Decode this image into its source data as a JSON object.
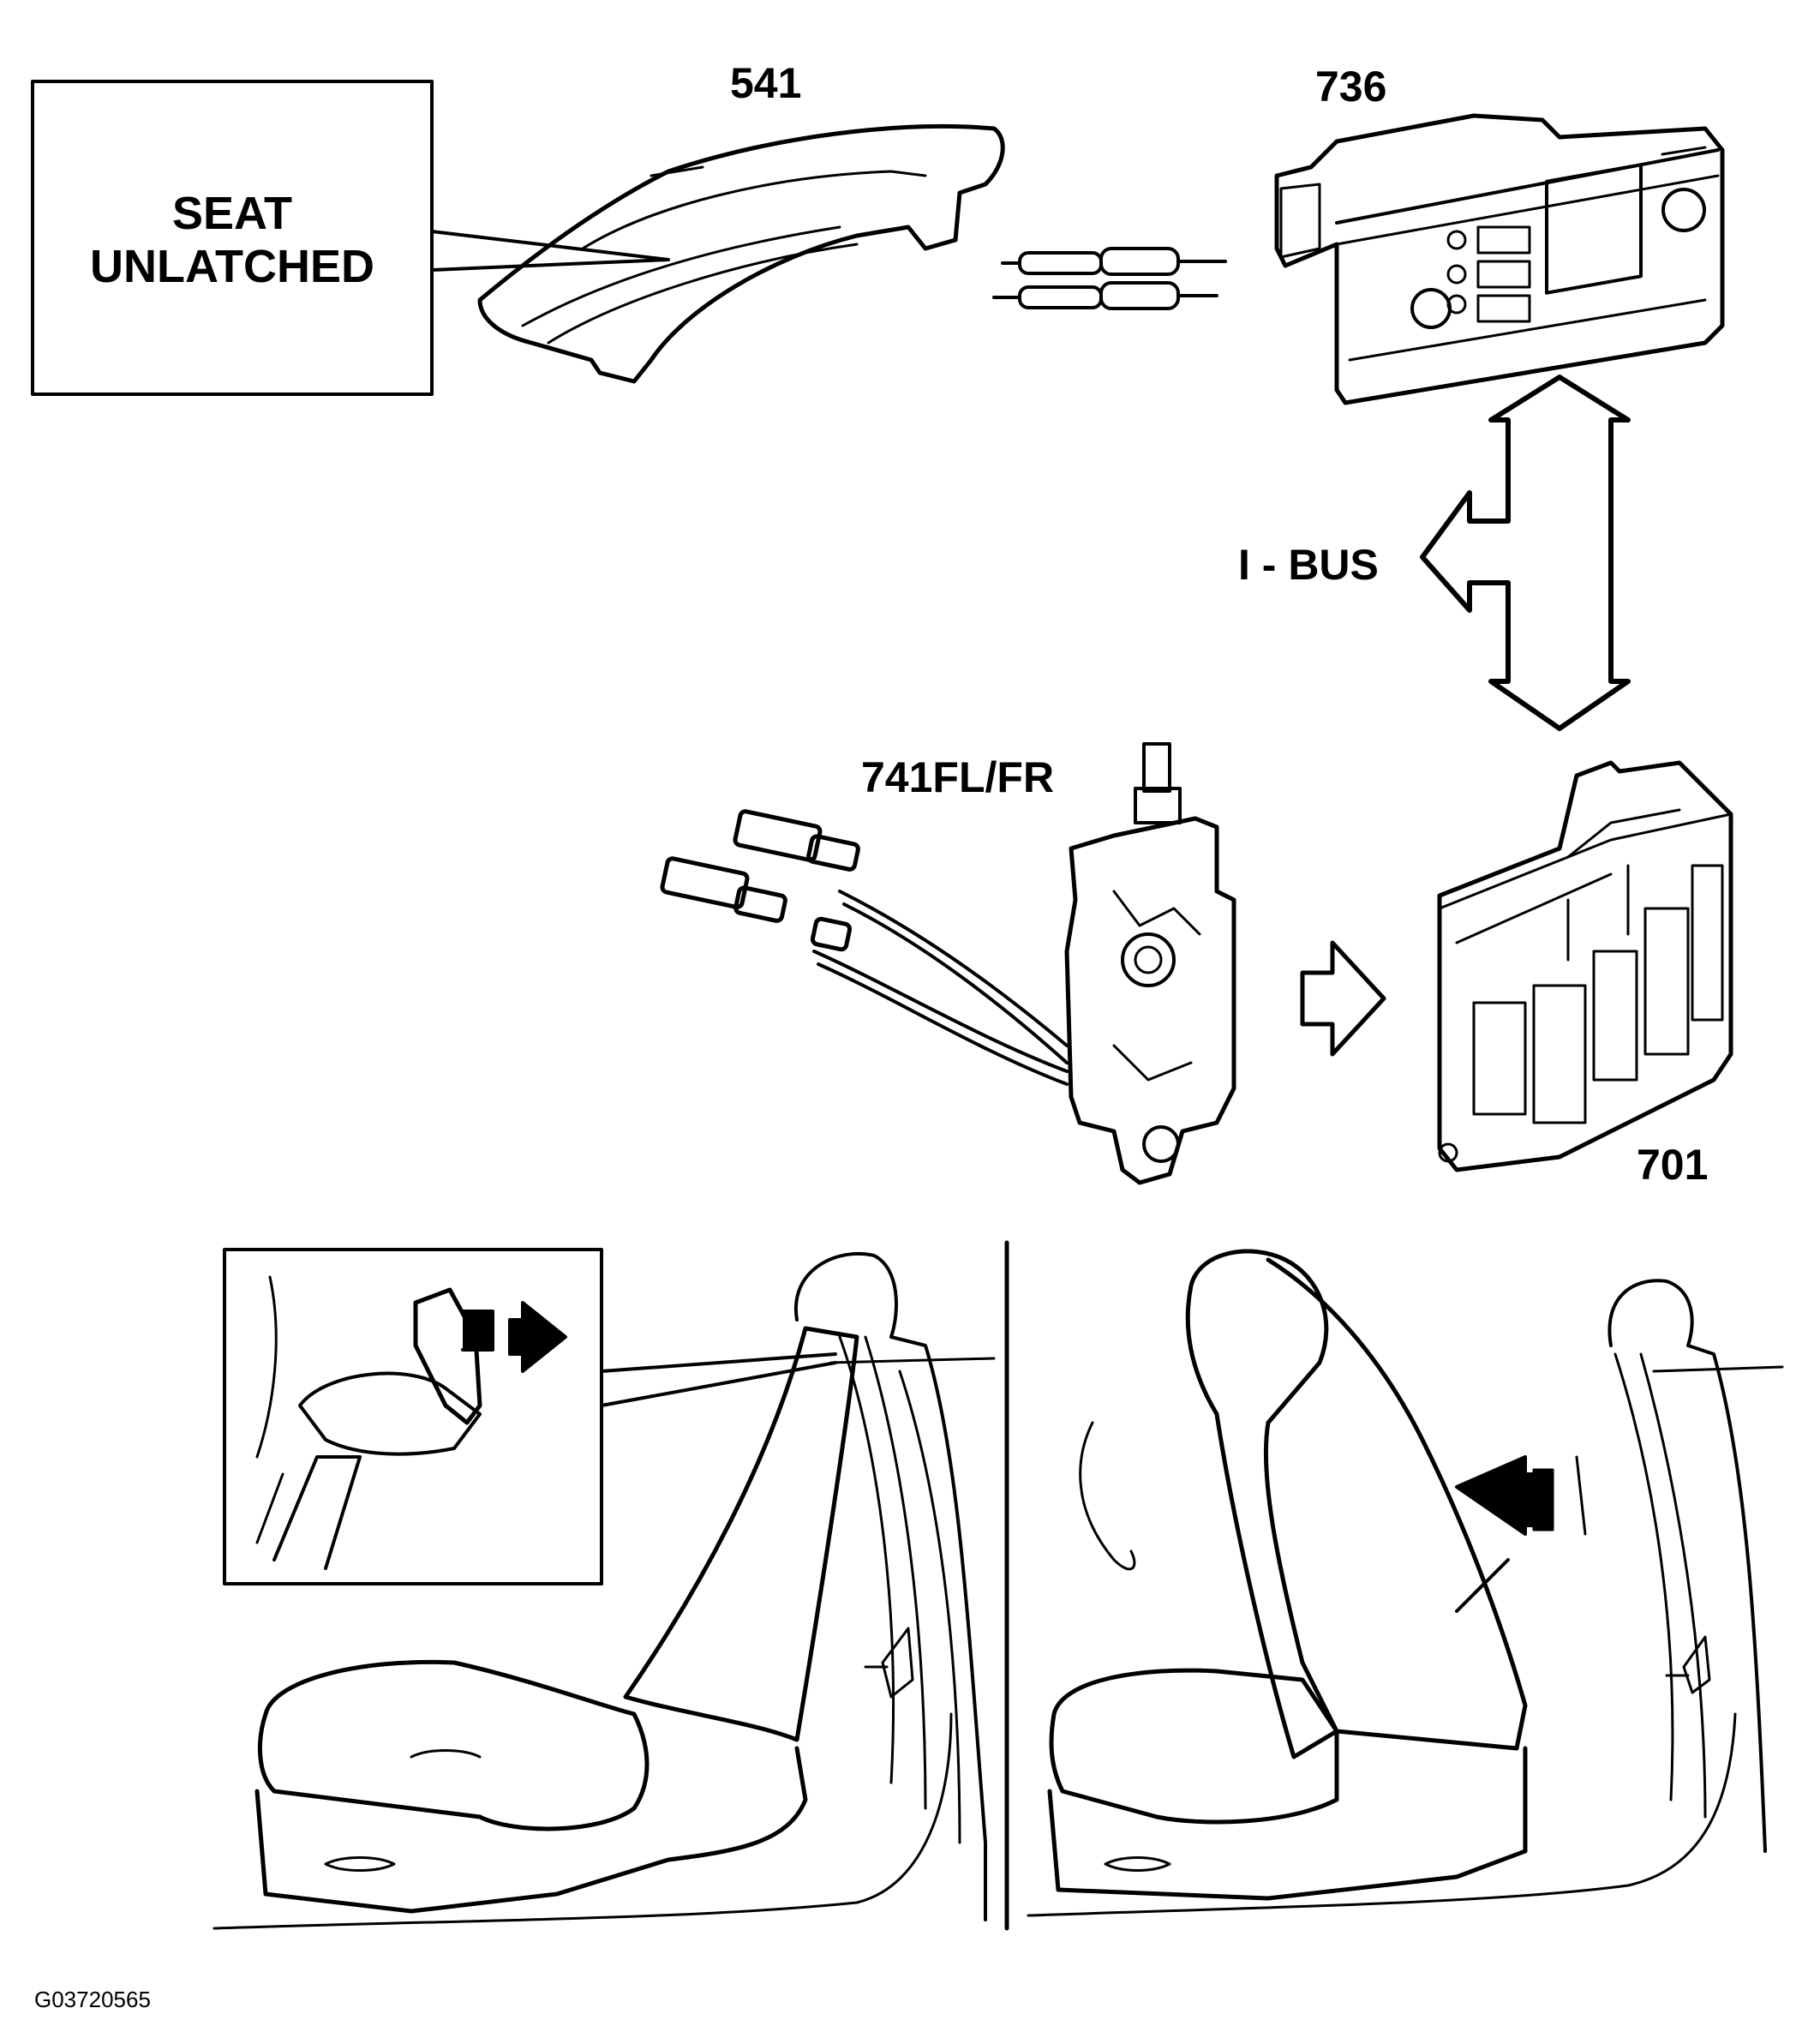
{
  "labels": {
    "seat_unlatched": "SEAT\nUNLATCHED",
    "part_541": "541",
    "part_736": "736",
    "part_741": "741FL/FR",
    "part_701": "701",
    "ibus": "I - BUS",
    "figure_code": "G03720565"
  },
  "icons": [
    "display-panel-icon",
    "central-electronic-module-icon",
    "seat-latch-icon",
    "indicator-lamp-icon",
    "seat-icon",
    "arrow-icon"
  ]
}
